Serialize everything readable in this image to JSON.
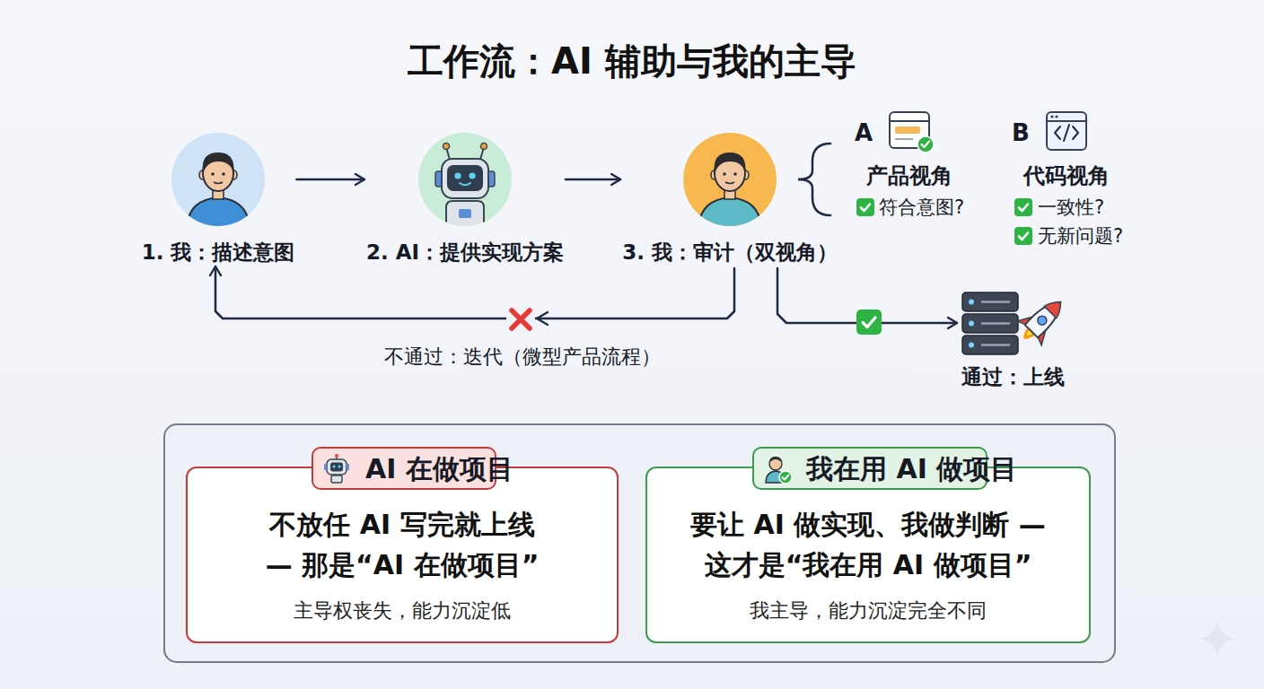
{
  "diagram": {
    "title": "工作流：AI 辅助与我的主导",
    "nodes": [
      {
        "text": [
          "1. 我：描述意图"
        ]
      },
      {
        "text": [
          "2. AI：提供实现方案"
        ]
      },
      {
        "text": [
          "3. 我：审计（双视角）"
        ]
      },
      {
        "text": [
          "通过：上线"
        ]
      },
      {
        "text": [
          "不放任 AI 写完就上线 — 那是“AI 在做项目”",
          "主导权丧失，能力沉淀低"
        ]
      },
      {
        "text": [
          "AI 在做项目"
        ],
        "in": 4
      },
      {
        "text": [
          "要让 AI 做实现、我做判断 — 这才是“我在用 AI 做项目”",
          "我主导，能力沉淀完全不同"
        ]
      },
      {
        "text": [
          "我在用 AI 做项目"
        ],
        "in": 6
      }
    ],
    "edges": [
      {
        "from": 0,
        "to": 1,
        "arrow": "to"
      },
      {
        "from": 1,
        "to": 2,
        "arrow": "to"
      },
      {
        "from": 2,
        "to": 0,
        "arrow": "to",
        "label": "不通过：迭代（微型产品流程）"
      },
      {
        "from": 2,
        "to": 3,
        "arrow": "to"
      }
    ],
    "labels": [
      "A",
      "产品视角",
      "符合意图?",
      "B",
      "代码视角",
      "一致性?",
      "无新问题?"
    ]
  }
}
